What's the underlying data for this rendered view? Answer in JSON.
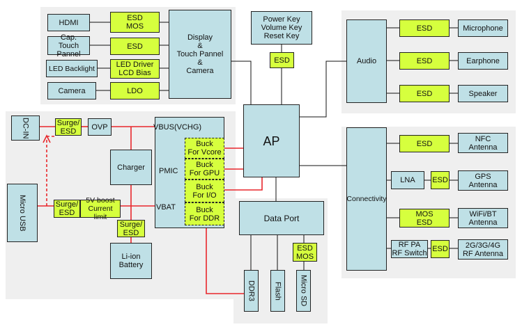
{
  "colors": {
    "panel": "#efefef",
    "block": "#bfe0e6",
    "esd_block": "#d6ff3e",
    "power_line": "#e8262b",
    "line": "#111111"
  },
  "display": {
    "hdmi": "HDMI",
    "cap_touch": "Cap.\nTouch Pannel",
    "led_backlight": "LED Backlight",
    "camera": "Camera",
    "esd_mos": "ESD\nMOS",
    "esd": "ESD",
    "led_driver": "LED Driver\nLCD Bias",
    "ldo": "LDO",
    "display_block": "Display\n&\nTouch Pannel\n&\nCamera"
  },
  "keys": {
    "power_keys": "Power Key\nVolume Key\nReset Key",
    "esd": "ESD"
  },
  "audio": {
    "audio": "Audio",
    "esd1": "ESD",
    "esd2": "ESD",
    "esd3": "ESD",
    "microphone": "Microphone",
    "earphone": "Earphone",
    "speaker": "Speaker"
  },
  "ap": {
    "label": "AP"
  },
  "power": {
    "dc_in": "DC-IN",
    "micro_usb": "Micro USB",
    "surge_esd_top": "Surge/\nESD",
    "ovp": "OVP",
    "vbus": "VBUS(VCHG)",
    "charger": "Charger",
    "pmic": "PMIC",
    "vbat": "VBAT",
    "buck_vcore": "Buck\nFor Vcore",
    "buck_gpu": "Buck\nFor GPU",
    "buck_io": "Buck\nFor I/O",
    "buck_ddr": "Buck\nFor DDR",
    "surge_esd_mid": "Surge/\nESD",
    "boost": "5V boost\nCurrent limit",
    "surge_esd_bottom": "Surge/\nESD",
    "battery": "Li-ion\nBattery"
  },
  "data_port": {
    "title": "Data Port",
    "esd_mos": "ESD\nMOS",
    "ddr3": "DDR3",
    "flash": "Flash",
    "micro_sd": "Micro SD"
  },
  "connectivity": {
    "title": "Connectivity",
    "esd_nfc": "ESD",
    "nfc": "NFC\nAntenna",
    "lna": "LNA",
    "esd_gps": "ESD",
    "gps": "GPS\nAntenna",
    "mos_esd": "MOS\nESD",
    "wifi": "WiFi/BT\nAntenna",
    "rf_pa": "RF PA\nRF Switch",
    "esd_rf": "ESD",
    "rf_antenna": "2G/3G/4G\nRF Antenna"
  }
}
